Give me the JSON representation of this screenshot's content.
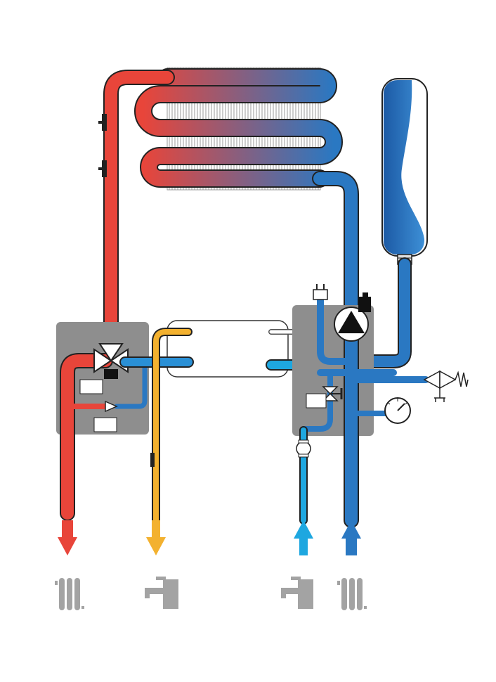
{
  "colors": {
    "hot_heating": "#e8453a",
    "return_heating": "#2a78c2",
    "cold_water": "#1ea7e0",
    "hot_water": "#f3b12f",
    "module_block": "#8e8e8e",
    "fixture_gray": "#a3a3a3",
    "outline": "#222222",
    "fin": "#9a9a9a",
    "white": "#ffffff"
  },
  "components": {
    "heat_exchanger_primary": "finned-coil-icon",
    "expansion_vessel": "expansion-vessel-icon",
    "circulation_pump": "pump-icon",
    "three_way_valve": "three-way-valve-icon",
    "plate_heat_exchanger": "plate-heat-exchanger-icon",
    "safety_valve": "safety-valve-icon",
    "pressure_gauge": "pressure-gauge-icon",
    "flow_sensor": "flow-sensor-icon",
    "bypass_valve": "bypass-valve-icon"
  },
  "outlets": [
    {
      "id": "heating-flow",
      "direction": "out",
      "color_key": "hot_heating",
      "fixture": "radiator-icon"
    },
    {
      "id": "dhw-outlet",
      "direction": "out",
      "color_key": "hot_water",
      "fixture": "faucet-icon"
    },
    {
      "id": "cold-inlet",
      "direction": "in",
      "color_key": "cold_water",
      "fixture": "faucet-icon"
    },
    {
      "id": "heating-return",
      "direction": "in",
      "color_key": "return_heating",
      "fixture": "radiator-icon"
    }
  ]
}
